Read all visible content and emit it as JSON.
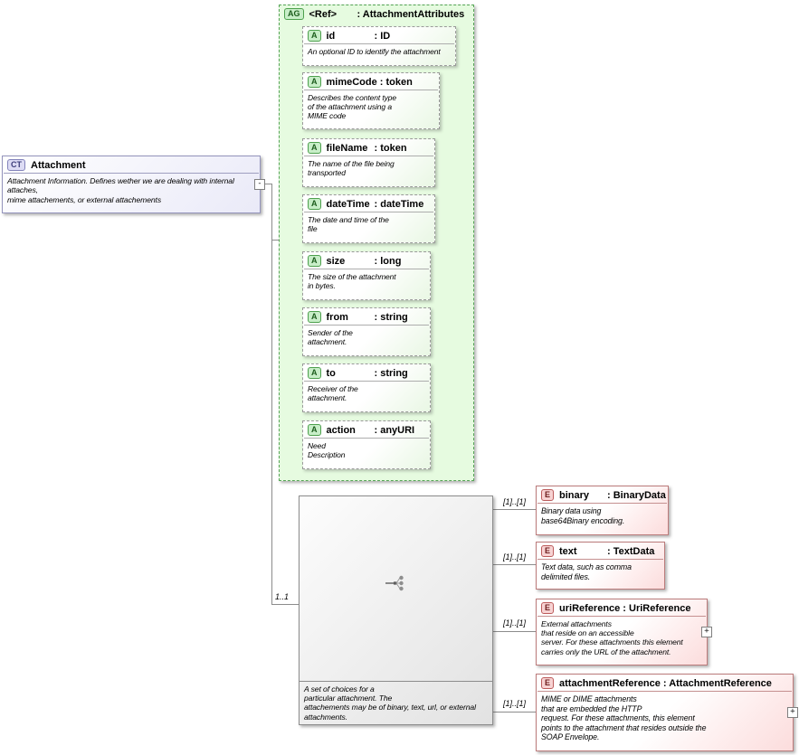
{
  "colors": {
    "complex_type_border": "#9494bc",
    "attribute_group_green": "#56a556",
    "attribute_group_fill": "#e6fbe0",
    "element_red": "#bb7b7b",
    "element_fill": "#fcdcdc",
    "choice_fill": "#e2e2e2",
    "connector_gray": "#8c8c8c"
  },
  "icons": {
    "choice_compositor": "choice-branch-icon"
  },
  "complex_type": {
    "badge": "CT",
    "name": "Attachment",
    "annotation": "Attachment Information. Defines wether we are dealing with internal\nattaches,\nmime attachements, or external attachements",
    "expand_glyph": "-"
  },
  "attribute_group": {
    "badge": "AG",
    "name": "<Ref>",
    "type": ": AttachmentAttributes",
    "attributes": [
      {
        "badge": "A",
        "name": "id",
        "type": ": ID",
        "annotation": "An optional ID to identify the attachment"
      },
      {
        "badge": "A",
        "name": "mimeCode",
        "type": ": token",
        "annotation": "Describes the content type\nof the attachment using a\nMIME code"
      },
      {
        "badge": "A",
        "name": "fileName",
        "type": ": token",
        "annotation": "The name of the file being\ntransported"
      },
      {
        "badge": "A",
        "name": "dateTime",
        "type": ": dateTime",
        "annotation": "The date and time of the\nfile"
      },
      {
        "badge": "A",
        "name": "size",
        "type": ": long",
        "annotation": "The size of the attachment\nin bytes."
      },
      {
        "badge": "A",
        "name": "from",
        "type": ": string",
        "annotation": "Sender of the\nattachment."
      },
      {
        "badge": "A",
        "name": "to",
        "type": ": string",
        "annotation": "Receiver of the\nattachment."
      },
      {
        "badge": "A",
        "name": "action",
        "type": ": anyURI",
        "annotation": "Need\nDescription"
      }
    ]
  },
  "choice": {
    "cardinality": "1..1",
    "annotation": "A set of choices for a\nparticular attachment. The\nattachements may be of binary, text, url, or external\nattachments."
  },
  "elements": [
    {
      "badge": "E",
      "name": "binary",
      "type": ": BinaryData",
      "cardinality": "[1]..[1]",
      "annotation": "Binary data using\nbase64Binary encoding."
    },
    {
      "badge": "E",
      "name": "text",
      "type": ": TextData",
      "cardinality": "[1]..[1]",
      "annotation": "Text data, such as comma\ndelimited files."
    },
    {
      "badge": "E",
      "name": "uriReference",
      "type": ": UriReference",
      "cardinality": "[1]..[1]",
      "annotation": "External attachments\nthat reside on an accessible\nserver. For these attachments this element\ncarries only the URL of the attachment.",
      "expand_glyph": "+"
    },
    {
      "badge": "E",
      "name": "attachmentReference",
      "type": ": AttachmentReference",
      "cardinality": "[1]..[1]",
      "annotation": "MIME or DIME attachments\nthat are embedded the HTTP\nrequest. For these attachments, this element\npoints to the attachment that resides outside the\nSOAP Envelope.",
      "expand_glyph": "+"
    }
  ]
}
